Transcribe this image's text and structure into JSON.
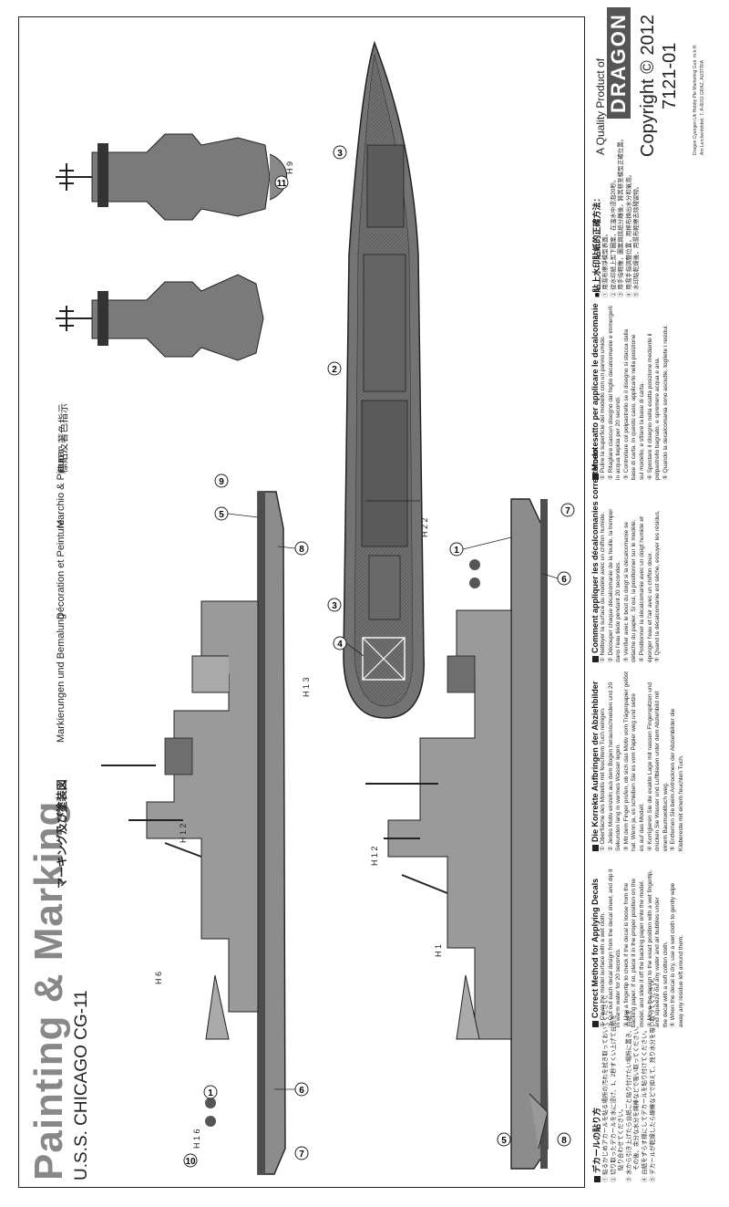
{
  "sheet": {
    "title": "Painting & Marking",
    "subtitle": "U.S.S. CHICAGO CG-11",
    "jp_title": "マーキング及び塗装図",
    "markings": [
      "Markierungen und Bemalung",
      "Décoration et Peinture",
      "Marchio & Pittura",
      "標貼及著色指示"
    ]
  },
  "instructions": {
    "jp": {
      "header": "デカールの貼り方",
      "lines": [
        "① 貼るかじめアカールを貼る場所の汚れを拭き取っておいてください。",
        "② 切り取ったデカールを水に浸け、1、2秒すくい上げて台紙を",
        "　　貼り合わせてください。",
        "③ 水から引き上げたら台紙ごと貼り付けたい場所に置き、台紙を",
        "　　その後、余分な水分を綿棒などで吸い取ってください。",
        "④ 台紙をずらす様にしてデカールを貼り付けてください。",
        "⑤ デカールが乾燥したら綿棒などで抑えて、残り水分を吸い取ってください。"
      ]
    },
    "en": {
      "header": "Correct Method for Applying Decals",
      "lines": [
        "① Clean the model surface with a wet cloth.",
        "② Cut out each decal design from the decal sheet, and dip it",
        "   in warm water for 20 seconds.",
        "③ Use a fingertip to check if the decal is loose from the",
        "   backing paper. If so, place it in the proper position on the",
        "   model, and slide it off the backing paper onto the model.",
        "④ Move the design to the exact position with a wet fingertip,",
        "   and squeeze out any water and air bubbles under",
        "   the decal with a soft cotton cloth.",
        "⑤ When the decal is dry, use a wet cloth to gently wipe",
        "   away any residue left around them."
      ]
    },
    "de": {
      "header": "Die Korrekte Aufbringen der Abziehbilder",
      "lines": [
        "① Oberfläche des Modells mit feuchtem Tuch reinigen.",
        "② Jedes Motiv einzeln aus dem Bogen herausschneiden und 20",
        "   Sekunden lang in warmes Wasser legen.",
        "③ Mit dem Finger prüfen, ob sich das Motiv vom Trägerpapier gelöst",
        "   hat. Wenn ja, es schieben Sie es vom Papier weg und setze",
        "   es auf das Modell.",
        "④ Korrigieren Sie die exakte Lage mit nassen Fingerspitzen und",
        "   drücken Sie Wasser und Luftblasen unter dem Abziehbild mit",
        "   einem Baumwolltuch weg.",
        "⑤ Entfernen Sie beim Antrocknen der Abziehbilder die",
        "   Klebereste mit einem feuchten Tuch."
      ]
    },
    "fr": {
      "header": "Comment appliquer les décalcomanies correctement",
      "lines": [
        "① Nettoyer la surface du modèle avec un chiffon humide.",
        "② Découper chaque décalcomanie de la feuille, la tremper",
        "   dans l'eau tiède pendant 20 secondes.",
        "③ Vérifier avec le bout du doigt si la décalcomanie se",
        "   détache du papier. Si oui, la positionner sur le modèle.",
        "④ Positionner la décalcomanie avec un doigt humide et",
        "   éponger l'eau et l'air avec un chiffon doux.",
        "⑤ Quand la décalcomanie est sèche, essuyer les résidus."
      ]
    },
    "it": {
      "header": "Modo esatto per applicare le decalcomanie",
      "lines": [
        "① Pulire la superficie del modello con un panno umido.",
        "② Ritagliare ciascun disegno dal foglio decalcomanie e immergerli",
        "   in acqua tiepida per 20 secondi.",
        "③ Controllare col polpastrello se il disegno si stacca dalla",
        "   base di carta. In questo caso, applicarlo nella posizione",
        "   sul modello, e sfilare la base di carta.",
        "④ Spostare il disegno nella esatta posizione mediante il",
        "   polpastrello bagnato, e spremere acqua e aria.",
        "⑤ Quando la decalcomania sono asciutte, togliete i residui."
      ]
    },
    "cn": {
      "header": "■貼上水印貼紙的正確方法：",
      "lines": [
        "① 用濕布擦淨模型表面。",
        "② 從水印紙上剪下圖案，在溫水中浸泡20秒。",
        "③ 用手指輕推，圖案與底紙分離後，將其移至模型正確位置。",
        "④ 用濕手指調整位置，用棉布擠出水分和氣泡。",
        "⑤ 水印貼乾燥後，用濕布輕擦去除殘留物。"
      ]
    }
  },
  "brand": {
    "quality": "A Quality Product of",
    "logo": "DRAGON",
    "copyright": "Copyright © 2012",
    "code": "7121-01",
    "fine_print_1": "Dragon Cyangen Uk Hobby Pte Marketing Gub. m.b.H.",
    "fine_print_2": "Am Lerchenfeldstr. 7, A-8010 GRAZ, AUSTRIA"
  },
  "callouts": {
    "n1": "1",
    "n2": "2",
    "n3": "3",
    "n4": "4",
    "n5": "5",
    "n6": "6",
    "n7": "7",
    "n8": "8",
    "n9": "9",
    "n10": "10",
    "n11": "11"
  },
  "labels": {
    "h22": "H 2 2",
    "h13": "H 1 3",
    "h12": "H 1 2",
    "h6": "H 6",
    "h16": "H 1 6",
    "h1": "H 1",
    "h9": "H 9"
  }
}
